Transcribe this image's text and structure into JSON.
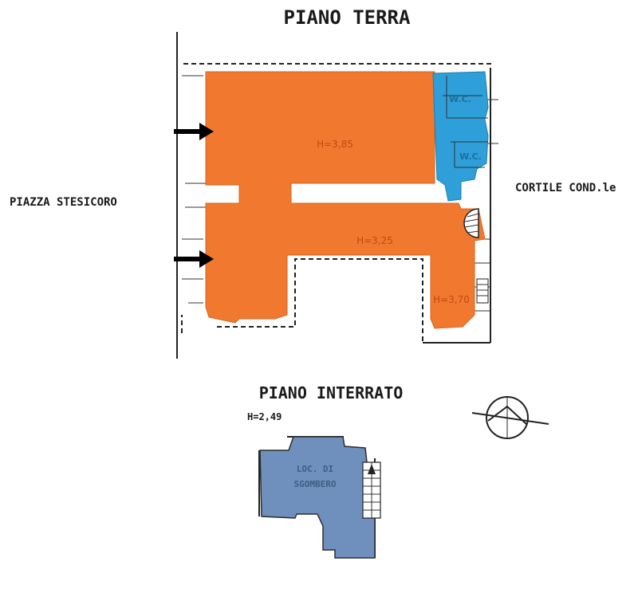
{
  "floors": {
    "ground": {
      "title": "PIANO TERRA",
      "room_large_height": "H=3,85",
      "room_middle_height": "H=3,25",
      "room_small_height": "H=3,70",
      "wc_1": "W.C.",
      "wc_2": "W.C."
    },
    "basement": {
      "title": "PIANO INTERRATO",
      "height": "H=2,49",
      "room_label_line1": "LOC. DI",
      "room_label_line2": "SGOMBERO"
    }
  },
  "labels": {
    "left_street": "PIAZZA STESICORO",
    "right_courtyard": "CORTILE COND.le"
  },
  "colors": {
    "shop_orange": "#f0782f",
    "wc_blue": "#2e9fd8",
    "cellar_blue": "#6f8fbc",
    "line": "#222222"
  },
  "icons": {
    "entrance_arrows": "arrow-right-icon",
    "north_marker": "compass-icon"
  }
}
